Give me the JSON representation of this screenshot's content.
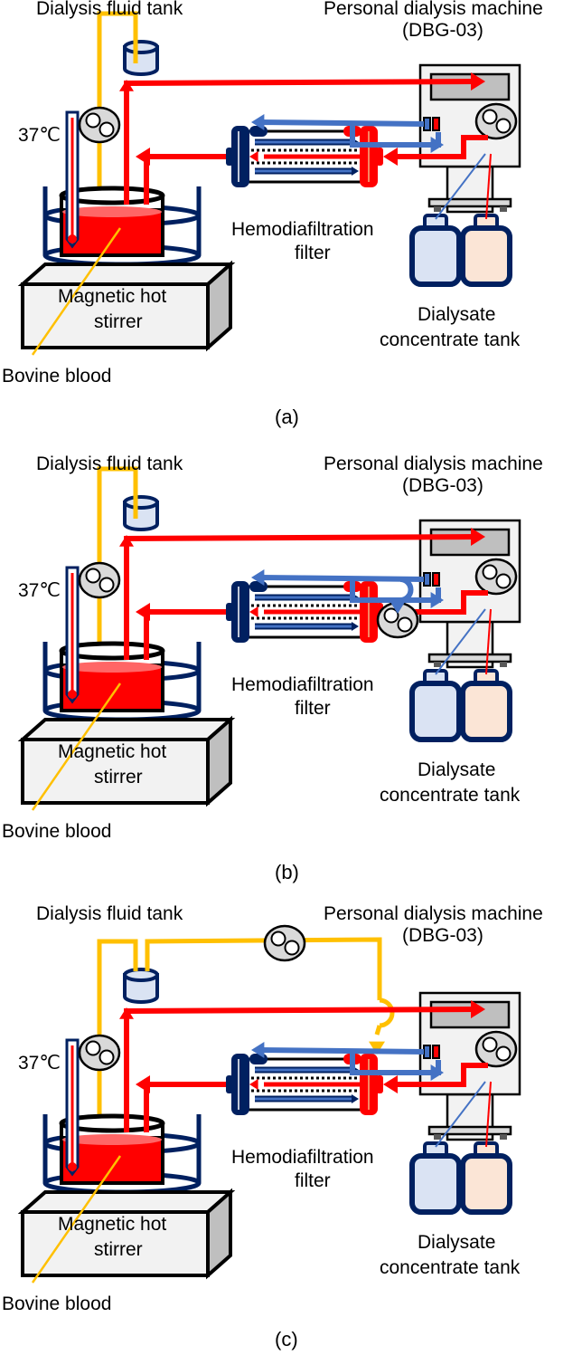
{
  "figure": {
    "colors": {
      "blood_red": "#ff0000",
      "dialysate_blue": "#4472c4",
      "fluid_yellow": "#ffc000",
      "navy": "#002060",
      "machine_gray": "#f2f2f2",
      "screen_gray": "#bfbfbf",
      "pump_gray": "#d9d9d9",
      "bottle_blue": "#dae3f3",
      "bottle_peach": "#fbe5d6",
      "tank_fill": "#dae3f3"
    },
    "panels": [
      {
        "id": "a",
        "caption": "(a)",
        "labels": {
          "fluid_tank": "Dialysis fluid tank",
          "machine_line1": "Personal dialysis machine",
          "machine_line2": "(DBG-03)",
          "temperature": "37℃",
          "filter_line1": "Hemodiafiltration",
          "filter_line2": "filter",
          "stirrer_line1": "Magnetic hot",
          "stirrer_line2": "stirrer",
          "concentrate_line1": "Dialysate",
          "concentrate_line2": "concentrate tank",
          "blood": "Bovine blood"
        },
        "extra_pump": "none"
      },
      {
        "id": "b",
        "caption": "(b)",
        "labels": {
          "fluid_tank": "Dialysis fluid tank",
          "machine_line1": "Personal dialysis machine",
          "machine_line2": "(DBG-03)",
          "temperature": "37℃",
          "filter_line1": "Hemodiafiltration",
          "filter_line2": "filter",
          "stirrer_line1": "Magnetic hot",
          "stirrer_line2": "stirrer",
          "concentrate_line1": "Dialysate",
          "concentrate_line2": "concentrate tank",
          "blood": "Bovine blood"
        },
        "extra_pump": "dialysate-to-blood-outlet"
      },
      {
        "id": "c",
        "caption": "(c)",
        "labels": {
          "fluid_tank": "Dialysis fluid tank",
          "machine_line1": "Personal dialysis machine",
          "machine_line2": "(DBG-03)",
          "temperature": "37℃",
          "filter_line1": "Hemodiafiltration",
          "filter_line2": "filter",
          "stirrer_line1": "Magnetic hot",
          "stirrer_line2": "stirrer",
          "concentrate_line1": "Dialysate",
          "concentrate_line2": "concentrate tank",
          "blood": "Bovine blood"
        },
        "extra_pump": "fluid-tank-to-filter"
      }
    ]
  }
}
